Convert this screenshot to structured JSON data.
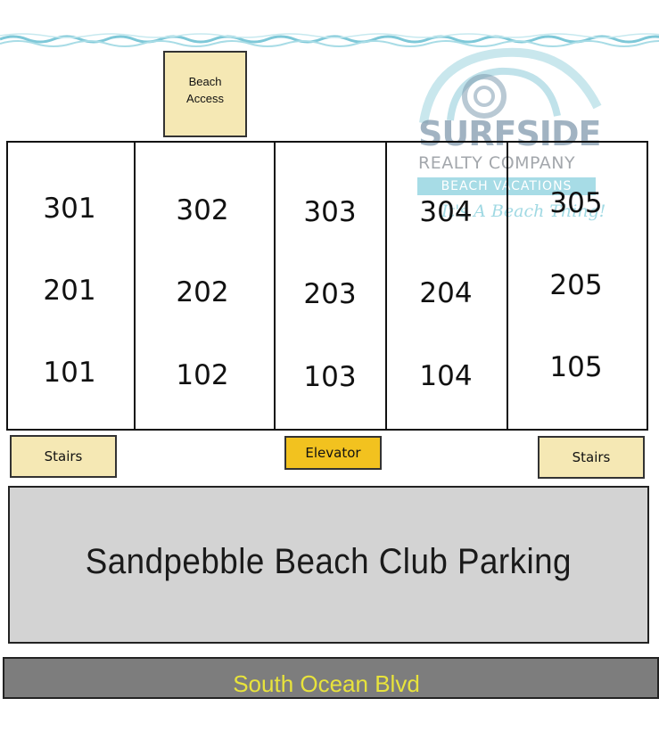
{
  "map": {
    "beach_access": {
      "line1": "Beach",
      "line2": "Access"
    },
    "logo": {
      "title": "SURFSIDE",
      "subtitle": "REALTY COMPANY",
      "bar": "BEACH VACATIONS",
      "tagline": "It's A Beach Thing!"
    },
    "units": [
      {
        "id": "301"
      },
      {
        "id": "302"
      },
      {
        "id": "303"
      },
      {
        "id": "304"
      },
      {
        "id": "305"
      },
      {
        "id": "201"
      },
      {
        "id": "202"
      },
      {
        "id": "203"
      },
      {
        "id": "204"
      },
      {
        "id": "205"
      },
      {
        "id": "101"
      },
      {
        "id": "102"
      },
      {
        "id": "103"
      },
      {
        "id": "104"
      },
      {
        "id": "105"
      }
    ],
    "stairs_left": "Stairs",
    "elevator": "Elevator",
    "stairs_right": "Stairs",
    "parking": "Sandpebble Beach Club Parking",
    "road": "South Ocean Blvd"
  },
  "colors": {
    "beach_box": "#f5e8b4",
    "elevator": "#f2c21f",
    "parking": "#d3d3d3",
    "road": "#7d7d7d",
    "road_text": "#e8e33b",
    "wave": "#7ec8d8"
  }
}
